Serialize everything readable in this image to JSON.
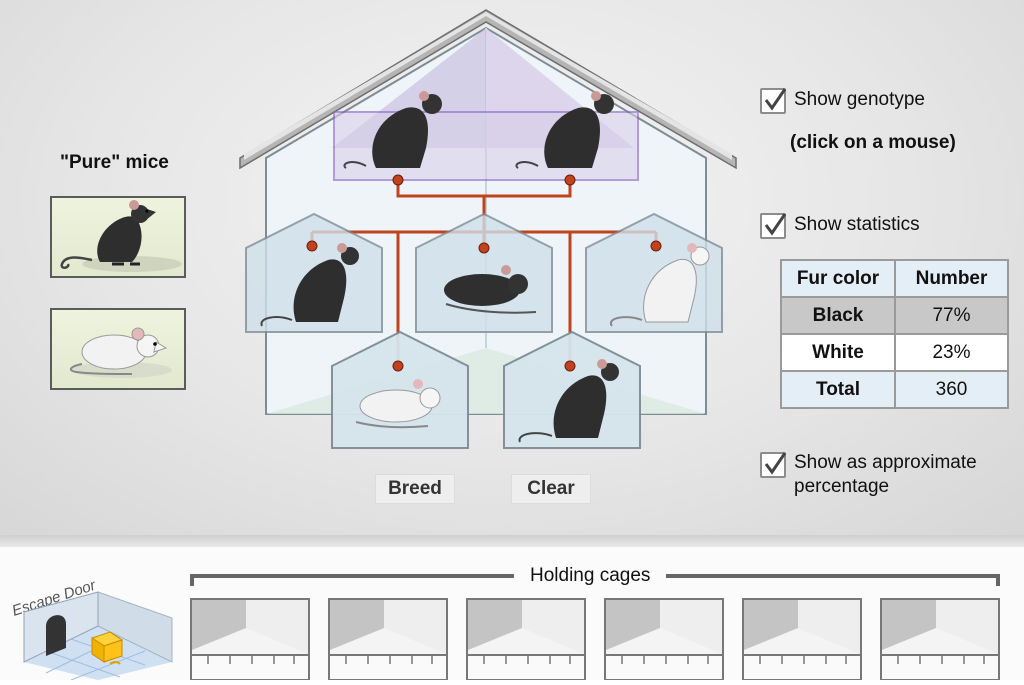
{
  "pure_mice": {
    "title": "\"Pure\" mice",
    "cages": [
      {
        "fur": "black"
      },
      {
        "fur": "white"
      }
    ]
  },
  "breeding_house": {
    "parents": [
      {
        "fur": "black"
      },
      {
        "fur": "black"
      }
    ],
    "offspring": [
      {
        "fur": "black"
      },
      {
        "fur": "black"
      },
      {
        "fur": "white"
      },
      {
        "fur": "white"
      },
      {
        "fur": "black"
      }
    ]
  },
  "controls": {
    "show_genotype": {
      "label": "Show genotype",
      "checked": true
    },
    "genotype_hint": "(click on a mouse)",
    "show_statistics": {
      "label": "Show statistics",
      "checked": true
    },
    "show_percentage": {
      "label": "Show as approximate percentage",
      "checked": true
    },
    "breed_label": "Breed",
    "clear_label": "Clear"
  },
  "statistics": {
    "headers": [
      "Fur color",
      "Number"
    ],
    "rows": [
      {
        "color": "Black",
        "value": "77%"
      },
      {
        "color": "White",
        "value": "23%"
      },
      {
        "color": "Total",
        "value": "360"
      }
    ]
  },
  "tray": {
    "escape_door_label": "Escape Door",
    "holding_cages_label": "Holding cages",
    "holding_cage_count": 6
  },
  "colors": {
    "pedigree_line": "#c0431e",
    "parent_cage_border": "#8a63c6",
    "house_wall": "#e5eef3"
  }
}
